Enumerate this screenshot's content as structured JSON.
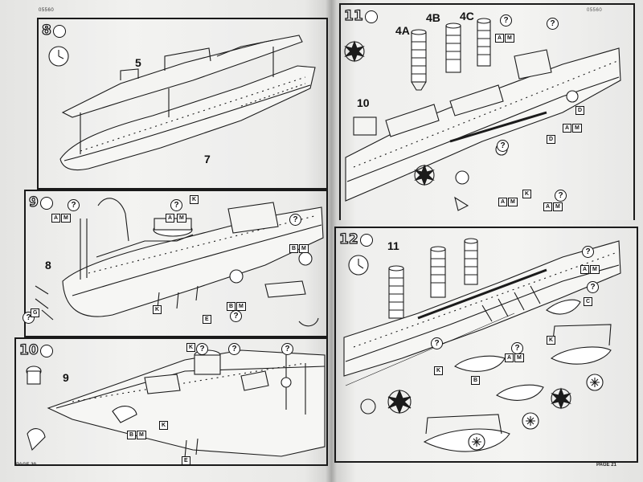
{
  "left_page": {
    "code": "05560",
    "page_label": "PAGE 20",
    "steps": [
      {
        "number": "8",
        "callouts": [
          "5",
          "7"
        ]
      },
      {
        "number": "9",
        "callouts": [
          "8"
        ]
      },
      {
        "number": "10",
        "callouts": [
          "9"
        ]
      }
    ]
  },
  "right_page": {
    "code": "05560",
    "page_label": "PAGE 21",
    "steps": [
      {
        "number": "11",
        "callouts": [
          "4A",
          "4B",
          "4C",
          "10"
        ]
      },
      {
        "number": "12",
        "callouts": [
          "11"
        ]
      }
    ]
  },
  "tags": {
    "a": "A",
    "b": "B",
    "c": "C",
    "d": "D",
    "e": "E",
    "g": "G",
    "k": "K",
    "m": "M",
    "q": "?"
  }
}
